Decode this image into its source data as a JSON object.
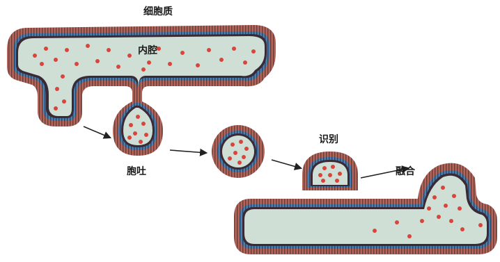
{
  "labels": {
    "cytoplasm": "细胞质",
    "lumen": "内腔",
    "exocytosis": "胞吐",
    "recognition": "识别",
    "fusion": "融合"
  },
  "colors": {
    "membrane_outer": "#b5645a",
    "membrane_inner": "#4a7fb0",
    "membrane_core": "#3a2a36",
    "lumen_fill": "#cfdfd6",
    "cargo_dot": "#d8453a",
    "arrow": "#222222"
  }
}
